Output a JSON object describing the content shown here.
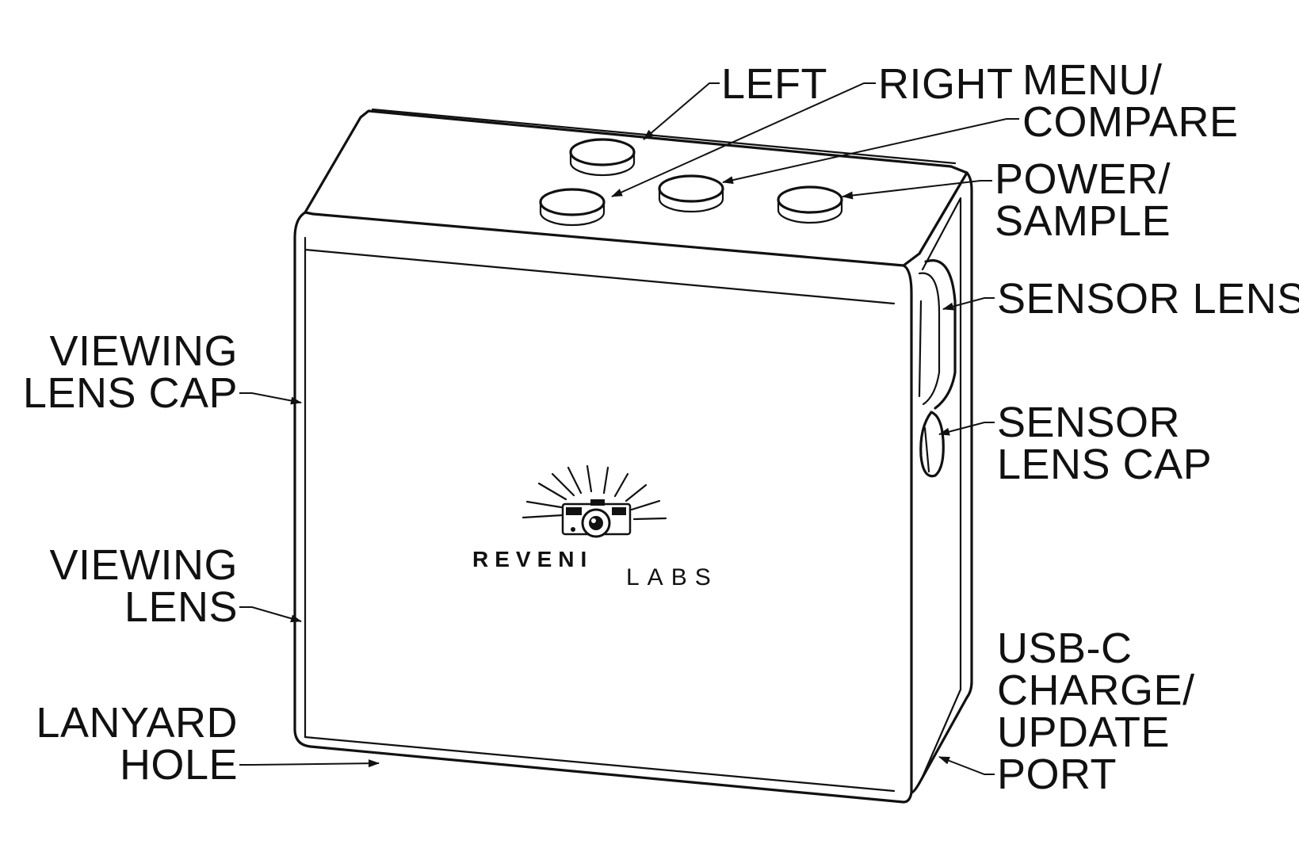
{
  "callouts": {
    "left": [
      "LEFT"
    ],
    "right": [
      "RIGHT"
    ],
    "menu_compare": [
      "MENU/",
      "COMPARE"
    ],
    "power_sample": [
      "POWER/",
      "SAMPLE"
    ],
    "sensor_lens": [
      "SENSOR LENS"
    ],
    "sensor_lens_cap": [
      "SENSOR",
      "LENS CAP"
    ],
    "usb_c_port": [
      "USB-C",
      "CHARGE/",
      "UPDATE",
      "PORT"
    ],
    "viewing_lens_cap": [
      "VIEWING",
      "LENS CAP"
    ],
    "viewing_lens": [
      "VIEWING",
      "LENS"
    ],
    "lanyard_hole": [
      "LANYARD",
      "HOLE"
    ]
  },
  "logo": {
    "brand_bold": "REVENI",
    "brand_light": "LABS"
  },
  "icons": [
    "camera-logo-icon",
    "sunburst-rays-icon"
  ],
  "colors": {
    "line": "#111111",
    "background": "#ffffff"
  }
}
